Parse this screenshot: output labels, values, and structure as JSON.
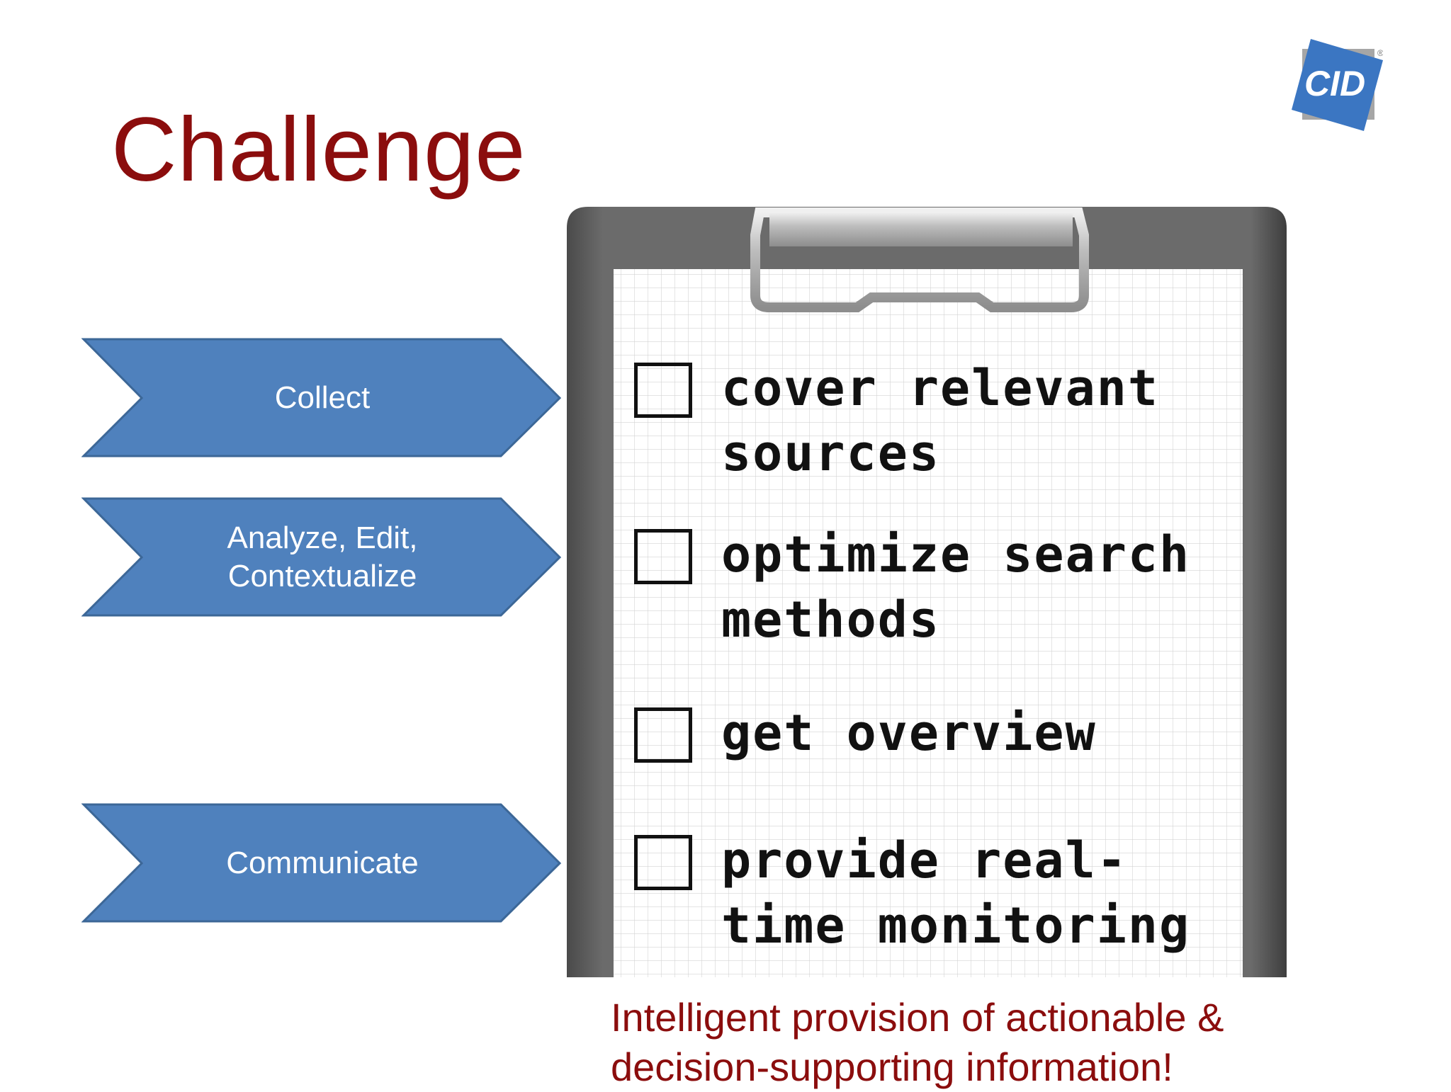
{
  "slide": {
    "title": "Challenge",
    "logo_text": "CID",
    "logo_mark": "®",
    "tagline_line1": "Intelligent provision of actionable &",
    "tagline_line2": "decision-supporting information!"
  },
  "arrows": [
    {
      "label": "Collect"
    },
    {
      "label_line1": "Analyze, Edit,",
      "label_line2": "Contextualize"
    },
    {
      "label": "Communicate"
    }
  ],
  "checklist": [
    {
      "line1": "cover relevant",
      "line2": "sources"
    },
    {
      "line1": "optimize search",
      "line2": "methods"
    },
    {
      "line1": "get overview",
      "line2": ""
    },
    {
      "line1": "provide real-",
      "line2": "time monitoring"
    }
  ],
  "colors": {
    "title": "#8b0d0d",
    "arrow_fill": "#4f81bd",
    "arrow_stroke": "#3c6797",
    "logo_blue": "#3b76c2",
    "logo_gray": "#a6a6a6"
  }
}
